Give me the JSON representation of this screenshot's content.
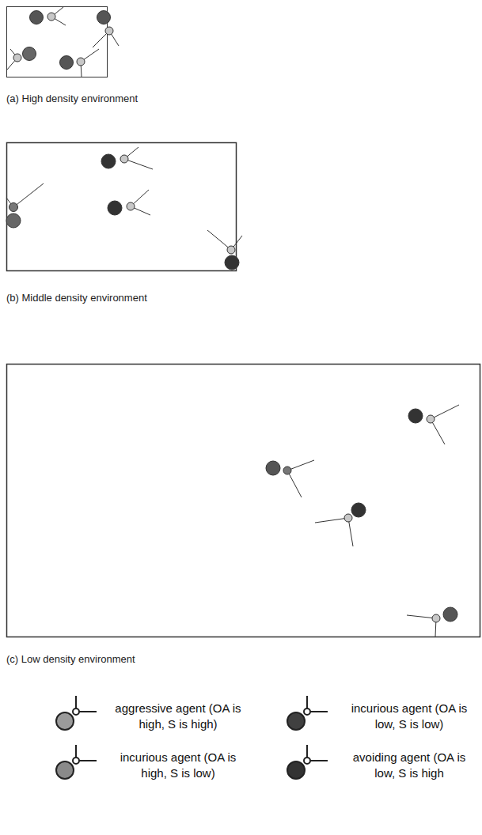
{
  "diagram": {
    "labels": [
      "(a) High density environment",
      "(b) Middle density environment",
      "(c) Low density environment"
    ],
    "legend": [
      {
        "text": "aggressive agent (OA is high, S is high)"
      },
      {
        "text": "incurious agent (OA is low, S is low)"
      },
      {
        "text": "incurious agent (OA is high, S is low)"
      },
      {
        "text": "avoiding agent (OA is low, S is high"
      }
    ]
  }
}
